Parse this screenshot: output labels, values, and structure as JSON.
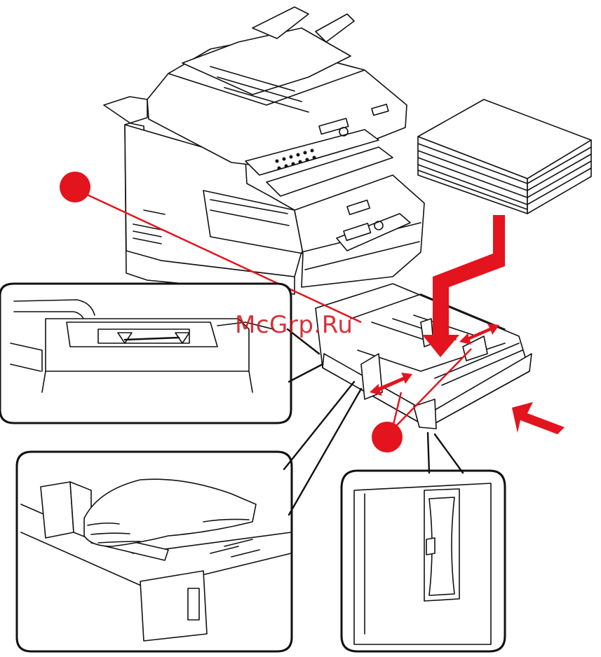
{
  "watermark": {
    "text": "McGrp.Ru"
  },
  "colors": {
    "accent": "#e3141d",
    "line": "#111111",
    "paper": "#ffffff",
    "watermark": "#d0101a"
  },
  "icons": {
    "callout_marker": "red-dot-marker",
    "arrow": "red-direction-arrow"
  }
}
